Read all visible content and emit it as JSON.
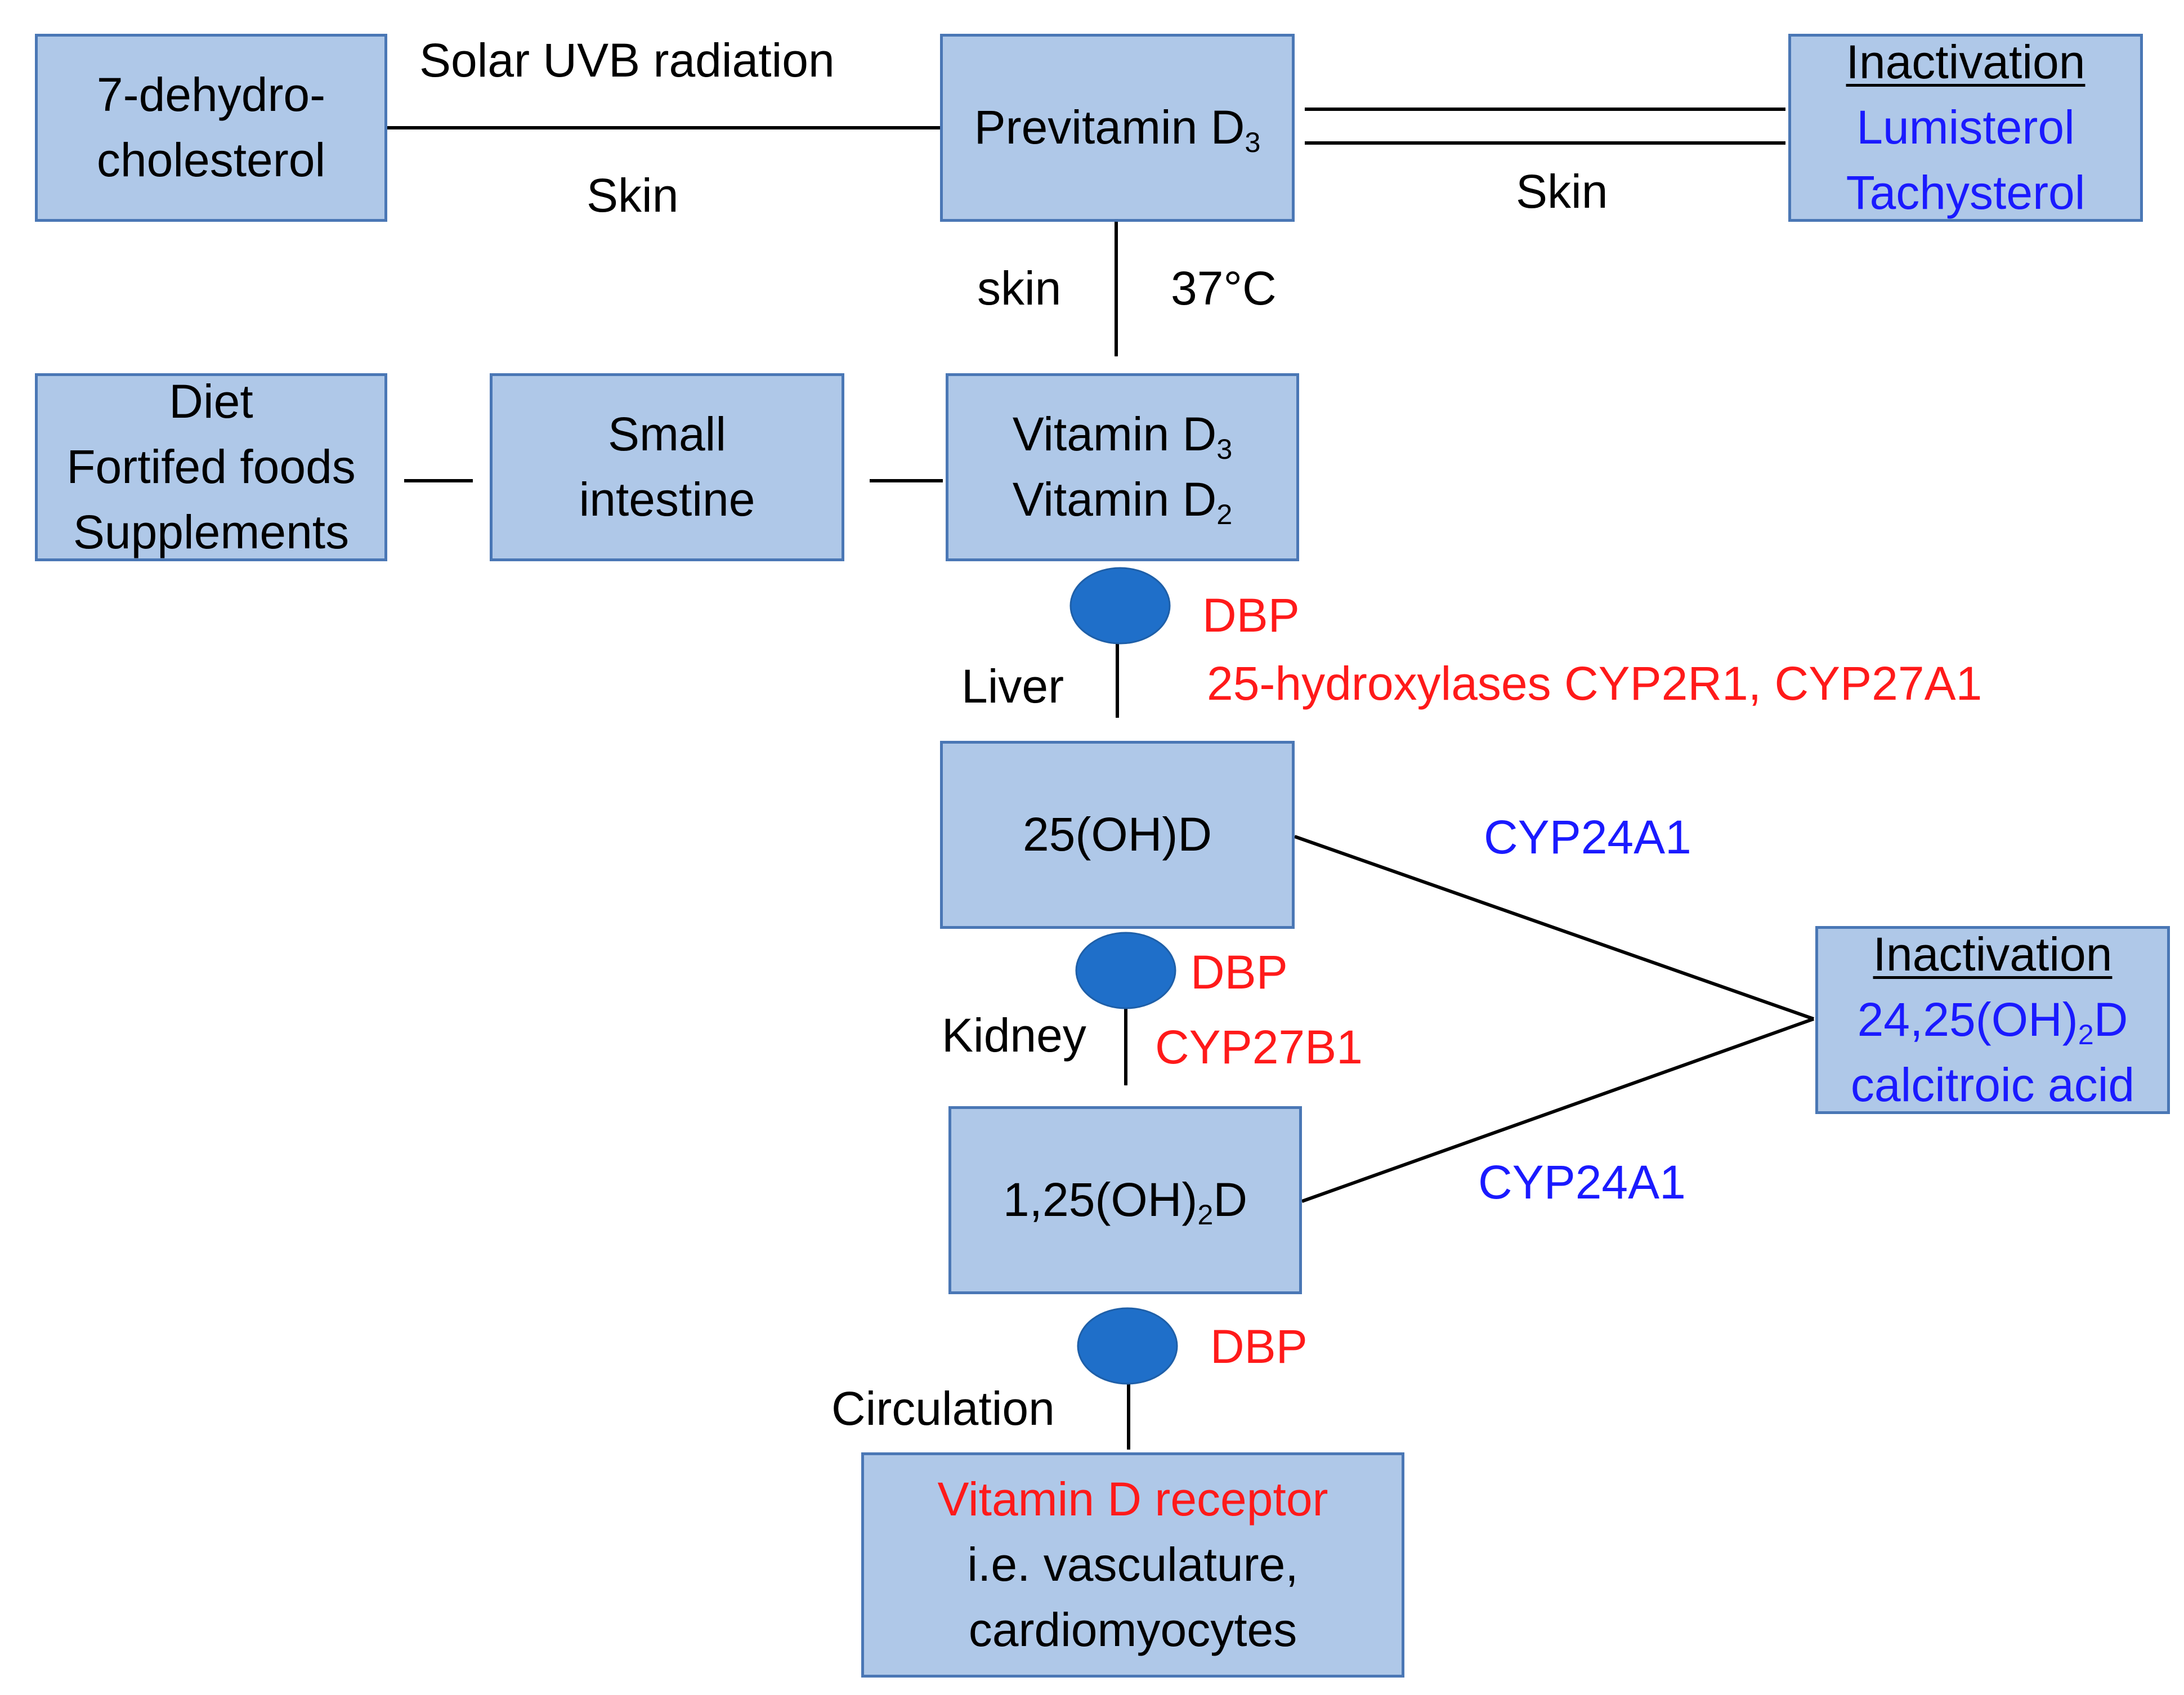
{
  "colors": {
    "box_fill": "#afc8e8",
    "box_border": "#4a77b5",
    "dbp_node": "#1f6fc9",
    "enzyme_red": "#ff1a1a",
    "inactivation_blue": "#1a1aff"
  },
  "boxes": {
    "dehydrocholesterol": {
      "line1": "7-dehydro-",
      "line2": "cholesterol"
    },
    "previtamin": {
      "main": "Previtamin D",
      "sub": "3"
    },
    "inactivation_top": {
      "heading": "Inactivation",
      "line1": "Lumisterol",
      "line2": "Tachysterol"
    },
    "diet": {
      "line1": "Diet",
      "line2": "Fortifed foods",
      "line3": "Supplements"
    },
    "small_intestine": {
      "line1": "Small",
      "line2": "intestine"
    },
    "vitamin_d": {
      "line1_main": "Vitamin D",
      "line1_sub": "3",
      "line2_main": "Vitamin D",
      "line2_sub": "2"
    },
    "hydroxy_25": {
      "label": "25(OH)D"
    },
    "dihydroxy": {
      "pre": "1,25(OH)",
      "sub": "2",
      "post": "D"
    },
    "inactivation_right": {
      "heading": "Inactivation",
      "line1_pre": "24,25(OH)",
      "line1_sub": "2",
      "line1_post": "D",
      "line2": "calcitroic acid"
    },
    "receptor": {
      "line1": "Vitamin D receptor",
      "line2": "i.e. vasculature,",
      "line3": "cardiomyocytes"
    }
  },
  "labels": {
    "solar_uvb": "Solar UVB radiation",
    "skin_left": "Skin",
    "skin_right": "Skin",
    "skin_lower": "skin",
    "temp": "37°C",
    "dbp_1": "DBP",
    "liver": "Liver",
    "hydroxylases": "25-hydroxylases CYP2R1, CYP27A1",
    "cyp24a1_top": "CYP24A1",
    "dbp_2": "DBP",
    "kidney": "Kidney",
    "cyp27b1": "CYP27B1",
    "cyp24a1_bottom": "CYP24A1",
    "dbp_3": "DBP",
    "circulation": "Circulation"
  }
}
